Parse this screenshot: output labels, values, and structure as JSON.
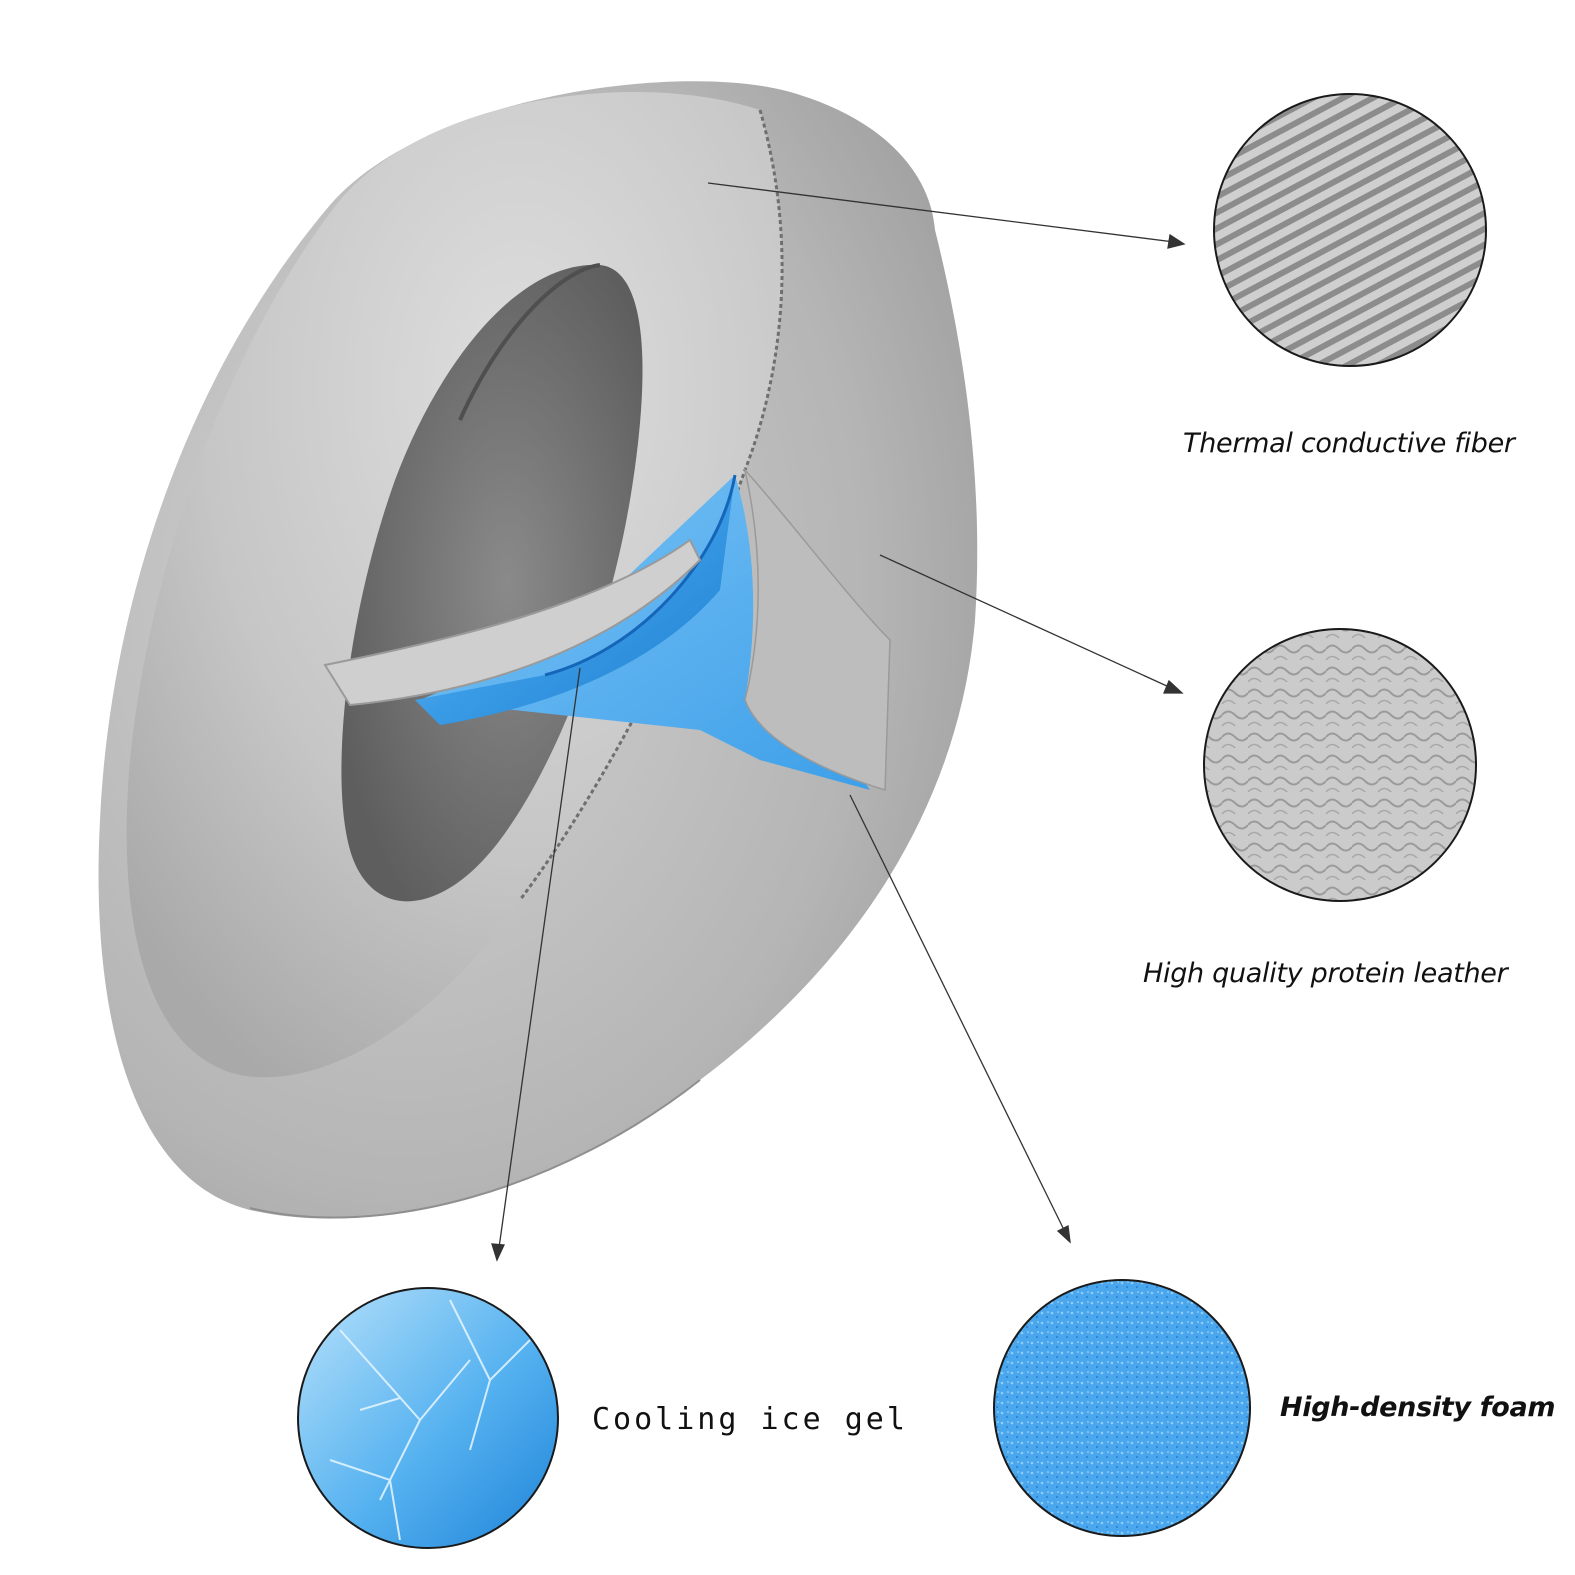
{
  "labels": {
    "fiber": "Thermal conductive fiber",
    "leather": "High quality protein leather",
    "gel": "Cooling ice gel",
    "foam": "High-density foam"
  },
  "colors": {
    "background": "#ffffff",
    "fabric_gray": "#c9c9c9",
    "leather_gray": "#b3b3b3",
    "gel_blue": "#3b9ee6",
    "foam_blue": "#55aef0",
    "callout_line": "#333333"
  }
}
